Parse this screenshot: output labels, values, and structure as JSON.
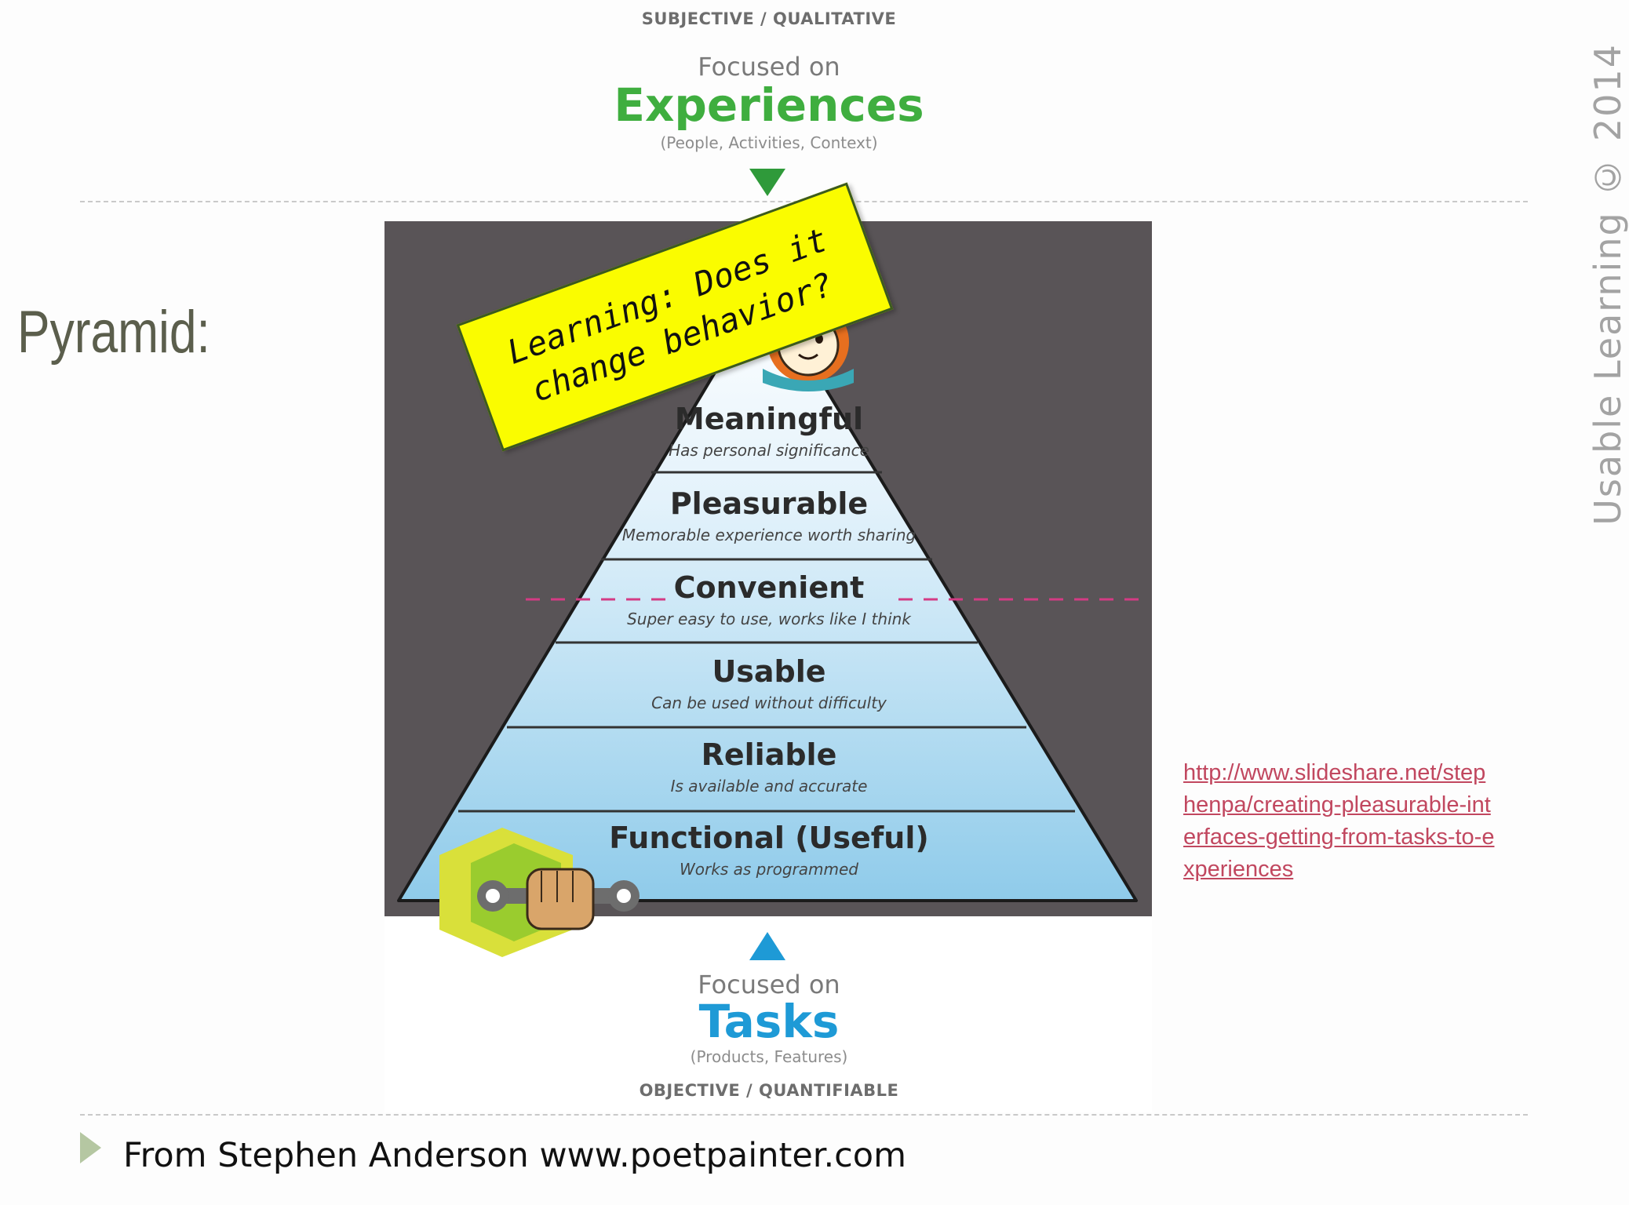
{
  "slide": {
    "title": "Pyramid:",
    "copyright": "Usable Learning © 2014",
    "attribution": "From Stephen Anderson www.poetpainter.com",
    "source_link": "http://www.slideshare.net/stephenpa/creating-pleasurable-interfaces-getting-from-tasks-to-experiences"
  },
  "diagram": {
    "top_label": "SUBJECTIVE / QUALITATIVE",
    "top_focus_small": "Focused on",
    "top_focus_big": "Experiences",
    "top_focus_sub": "(People, Activities, Context)",
    "bottom_label": "OBJECTIVE / QUANTIFIABLE",
    "bottom_focus_small": "Focused on",
    "bottom_focus_big": "Tasks",
    "bottom_focus_sub": "(Products, Features)",
    "levels": [
      {
        "name": "Meaningful",
        "desc": "Has personal significance"
      },
      {
        "name": "Pleasurable",
        "desc": "Memorable experience worth sharing"
      },
      {
        "name": "Convenient",
        "desc": "Super easy to use, works like I think"
      },
      {
        "name": "Usable",
        "desc": "Can be used without difficulty"
      },
      {
        "name": "Reliable",
        "desc": "Is available and accurate"
      },
      {
        "name": "Functional (Useful)",
        "desc": "Works as programmed"
      }
    ],
    "sticky_note": "Learning: Does it change behavior?"
  },
  "colors": {
    "experiences_green": "#3fae3f",
    "tasks_blue": "#1e9ad6",
    "frame_gray": "#595457",
    "sticky_yellow": "#fafc00",
    "link_pink": "#c1475f",
    "title_olive": "#5b5e4c"
  }
}
